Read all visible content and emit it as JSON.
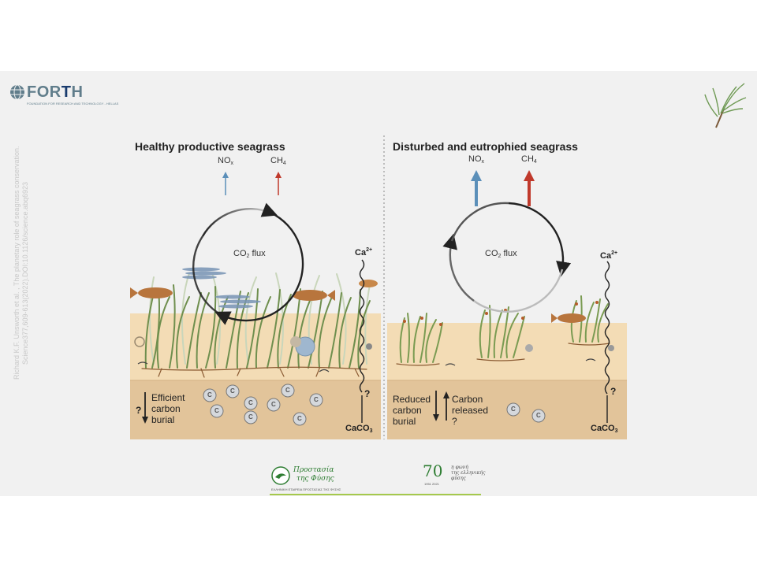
{
  "slide": {
    "logo": {
      "word": "FORTH",
      "word_plain": "FOR",
      "word_highlight": "T",
      "word_tail": "H",
      "subtitle": "FOUNDATION FOR RESEARCH AND TECHNOLOGY - HELLAS"
    },
    "citation": {
      "line1": "Richard K.F. Unsworth et al. , The planetary role of seagrass conservation.",
      "line2": "Science377,609-613(2022).DOI:10.1126/science.abq6923"
    },
    "colors": {
      "slide_bg": "#f1f1f1",
      "water": "#f2f2f2",
      "sand": "#f3dcb5",
      "sediment": "#e2c49a",
      "seagrass": "#6f8f4e",
      "nox_arrow": "#5b8fb9",
      "ch4_arrow": "#c0392b"
    }
  },
  "diagram": {
    "healthy": {
      "title": "Healthy productive seagrass",
      "nox": "NO",
      "nox_sub": "x",
      "ch4": "CH",
      "ch4_sub": "4",
      "flux": "CO",
      "flux_sub": "2",
      "flux_tail": " flux",
      "ca": "Ca",
      "ca_sup": "2+",
      "caco": "CaCO",
      "caco_sub": "3",
      "burial_line1": "Efficient",
      "burial_line2": "carbon",
      "burial_line3": "burial",
      "question": "?",
      "question2": "?",
      "carbon_glyph": "C"
    },
    "disturbed": {
      "title": "Disturbed and eutrophied seagrass",
      "nox": "NO",
      "nox_sub": "x",
      "ch4": "CH",
      "ch4_sub": "4",
      "flux": "CO",
      "flux_sub": "2",
      "flux_tail": " flux",
      "ca": "Ca",
      "ca_sup": "2+",
      "caco": "CaCO",
      "caco_sub": "3",
      "reduced_line1": "Reduced",
      "reduced_line2": "carbon",
      "reduced_line3": "burial",
      "released_line1": "Carbon",
      "released_line2": "released",
      "question": "?",
      "question2": "?",
      "carbon_glyph": "C"
    }
  },
  "sponsors": {
    "left": {
      "line1": "Προστασία",
      "line2": "της Φύσης",
      "small": "ΕΛΛΗΝΙΚΗ ΕΤΑΙΡΕΙΑ ΠΡΟΣΤΑΣΙΑΣ ΤΗΣ ΦΥΣΗΣ"
    },
    "right": {
      "number": "70",
      "small": "1951 2021",
      "line1": "η φωνή",
      "line2": "της ελληνικής",
      "line3": "φύσης"
    }
  }
}
